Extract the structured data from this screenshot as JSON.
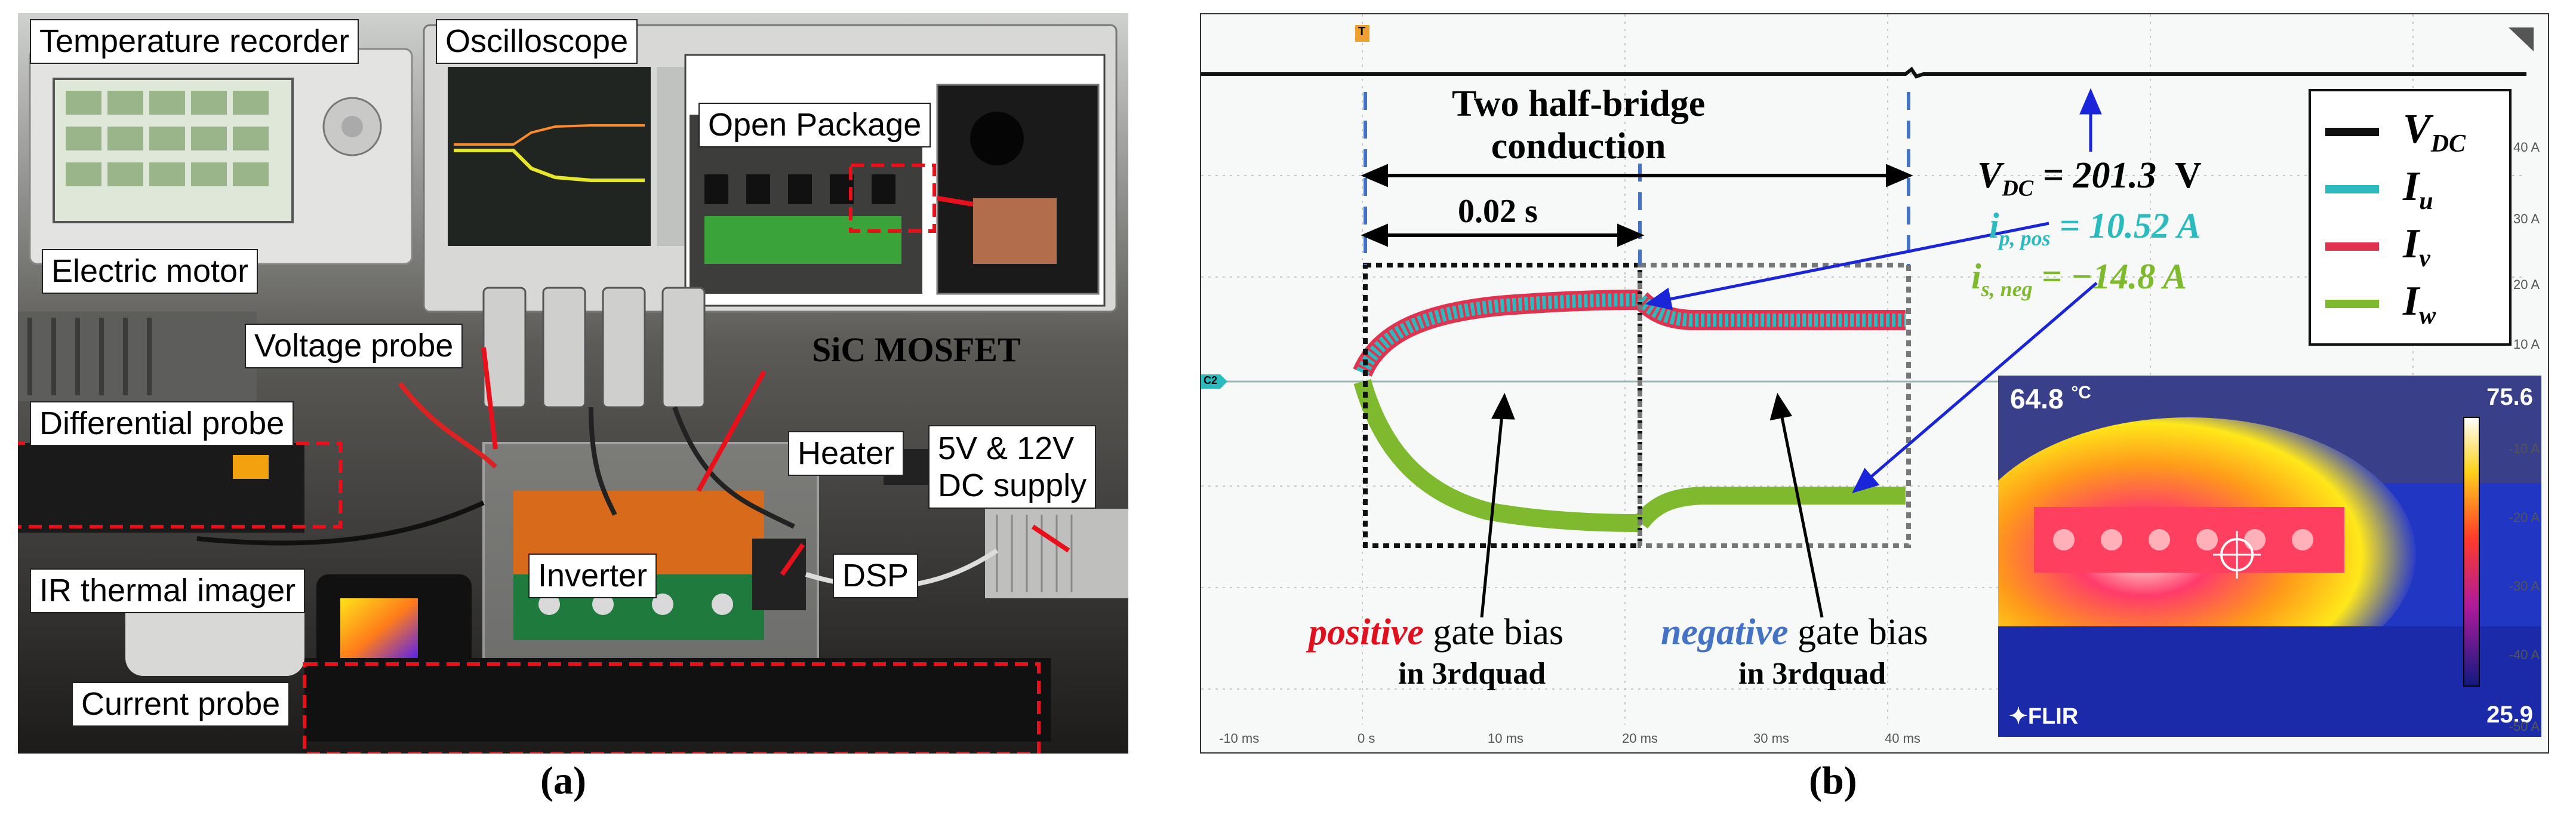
{
  "panel_a": {
    "labels": {
      "temperature_recorder": "Temperature recorder",
      "oscilloscope": "Oscilloscope",
      "open_package": "Open Package",
      "electric_motor": "Electric motor",
      "voltage_probe": "Voltage probe",
      "sic_mosfet": "SiC MOSFET",
      "differential_probe": "Differential probe",
      "heater": "Heater",
      "dc_supply_line1": "5V & 12V",
      "dc_supply_line2": "DC supply",
      "inverter": "Inverter",
      "dsp": "DSP",
      "ir_thermal_imager": "IR thermal imager",
      "current_probe": "Current probe"
    },
    "caption": "(a)"
  },
  "panel_b": {
    "caption": "(b)",
    "annotations": {
      "two_half_bridge_line1": "Two half-bridge",
      "two_half_bridge_line2": "conduction",
      "interval": "0.02 s",
      "vdc_value": "= 201.3",
      "vdc_unit": "V",
      "ip_value": "= 10.52 A",
      "is_value": "= −14.8 A",
      "positive_word": "positive",
      "negative_word": "negative",
      "gate_bias": "gate bias",
      "in_3rd_quad": "in 3rdquad"
    },
    "channel_marker": "C2",
    "trigger_marker": "T",
    "thermal": {
      "current_temp": "64.8",
      "unit": "°C",
      "max": "75.6",
      "min": "25.9",
      "brand": "FLIR"
    },
    "legend": [
      {
        "label": "V",
        "sub": "DC",
        "color": "#111111"
      },
      {
        "label": "I",
        "sub": "u",
        "color": "#2bbbbf"
      },
      {
        "label": "I",
        "sub": "v",
        "color": "#e0334f"
      },
      {
        "label": "I",
        "sub": "w",
        "color": "#7fba2e"
      }
    ],
    "x_ticks": [
      "-10 ms",
      "0 s",
      "10 ms",
      "20 ms",
      "30 ms",
      "40 ms"
    ],
    "y_ticks": [
      "40 A",
      "30 A",
      "20 A",
      "10 A",
      "-10 A",
      "-20 A",
      "-30 A",
      "-40 A",
      "-50 A"
    ],
    "colors": {
      "positive": "#e0101e",
      "negative": "#4472c4",
      "cyan": "#2bbbbf",
      "green": "#7fba2e",
      "arrow_blue": "#1a24d8"
    }
  }
}
